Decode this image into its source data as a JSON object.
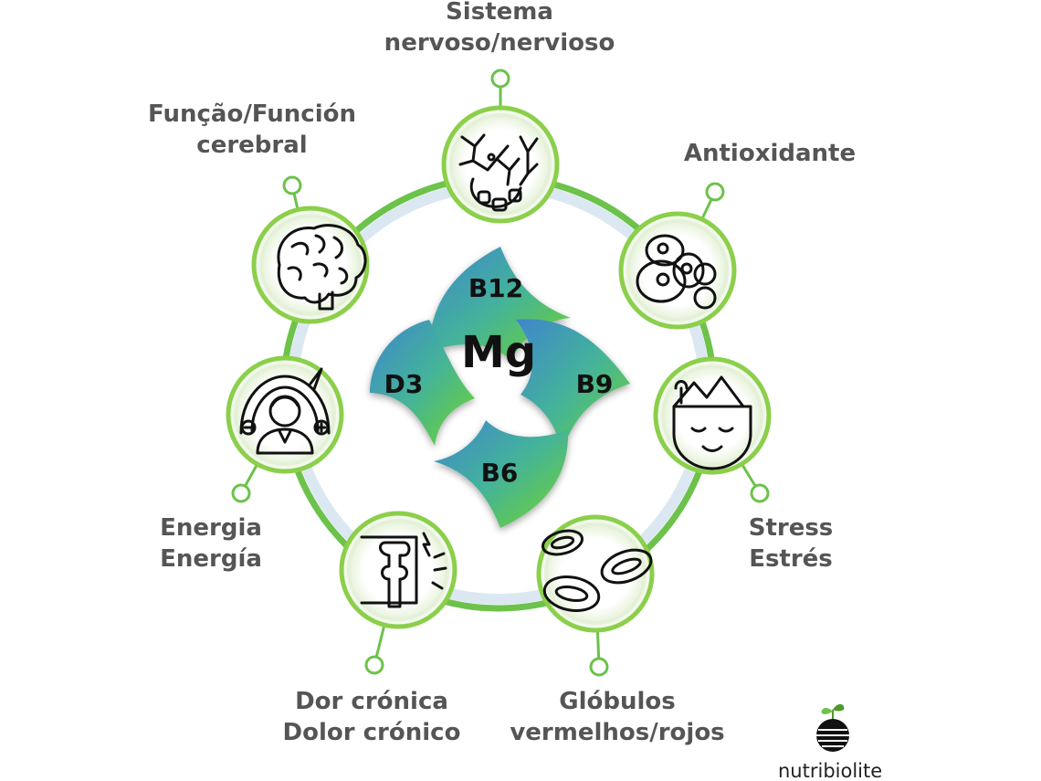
{
  "center": {
    "label": "Mg",
    "petals": [
      {
        "label": "B12",
        "position": "top"
      },
      {
        "label": "B9",
        "position": "right"
      },
      {
        "label": "B6",
        "position": "bottom"
      },
      {
        "label": "D3",
        "position": "left"
      }
    ]
  },
  "nodes": [
    {
      "id": "nervous",
      "icon": "neuron-icon",
      "lines": [
        "Sistema",
        "nervoso/nervioso"
      ]
    },
    {
      "id": "antioxidant",
      "icon": "cells-icon",
      "lines": [
        "Antioxidante"
      ]
    },
    {
      "id": "stress",
      "icon": "calm-head-icon",
      "lines": [
        "Stress",
        "Estrés"
      ]
    },
    {
      "id": "blood",
      "icon": "red-blood-cells-icon",
      "lines": [
        "Glóbulos",
        "vermelhos/rojos"
      ]
    },
    {
      "id": "pain",
      "icon": "knee-joint-pain-icon",
      "lines": [
        "Dor crónica",
        "Dolor crónico"
      ]
    },
    {
      "id": "energy",
      "icon": "energy-gauge-person-icon",
      "lines": [
        "Energia",
        "Energía"
      ]
    },
    {
      "id": "brain",
      "icon": "brain-icon",
      "lines": [
        "Função/Función",
        "cerebral"
      ]
    }
  ],
  "brand": {
    "name": "nutribiolite",
    "icon": "sprout-logo-icon"
  },
  "colors": {
    "ring_green": "#6cc24a",
    "ring_inner": "#dbe8f2",
    "node_border": "#8bcf4a",
    "node_fill": "#f2f9ec",
    "petal_green": "#6fd12a",
    "petal_blue": "#3b7fc4",
    "label_gray": "#555555"
  }
}
